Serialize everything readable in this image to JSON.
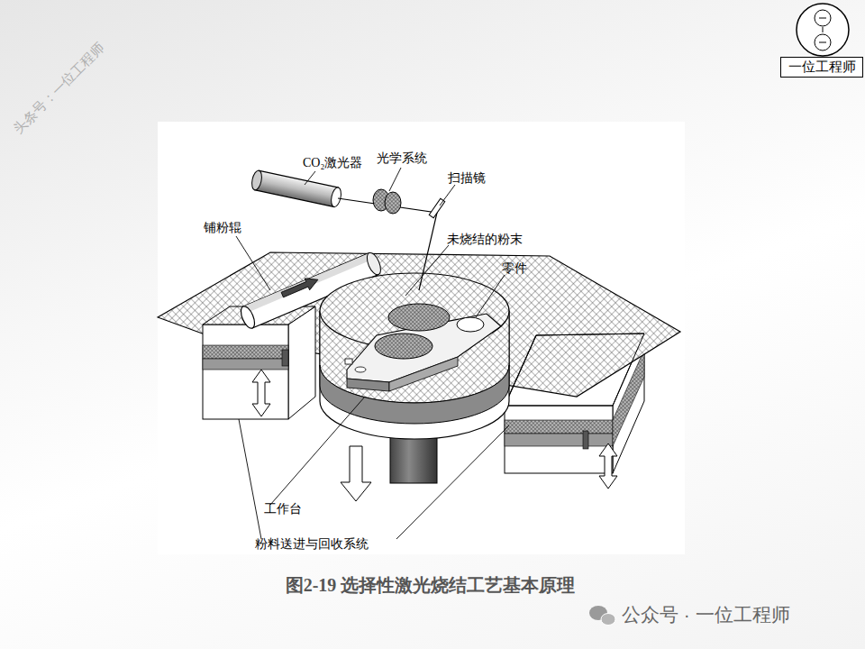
{
  "diagram": {
    "caption": "图2-19 选择性激光烧结工艺基本原理",
    "nodes": [
      {
        "text": [
          "一位工程师"
        ]
      }
    ],
    "labels": [
      "头条号：一位工程师",
      "CO₂激光器",
      "光学系统",
      "扫描镜",
      "铺粉辊",
      "未烧结的粉末",
      "零件",
      "工作台",
      "粉料送进与回收系统",
      "公众号 · 一位工程师"
    ]
  }
}
